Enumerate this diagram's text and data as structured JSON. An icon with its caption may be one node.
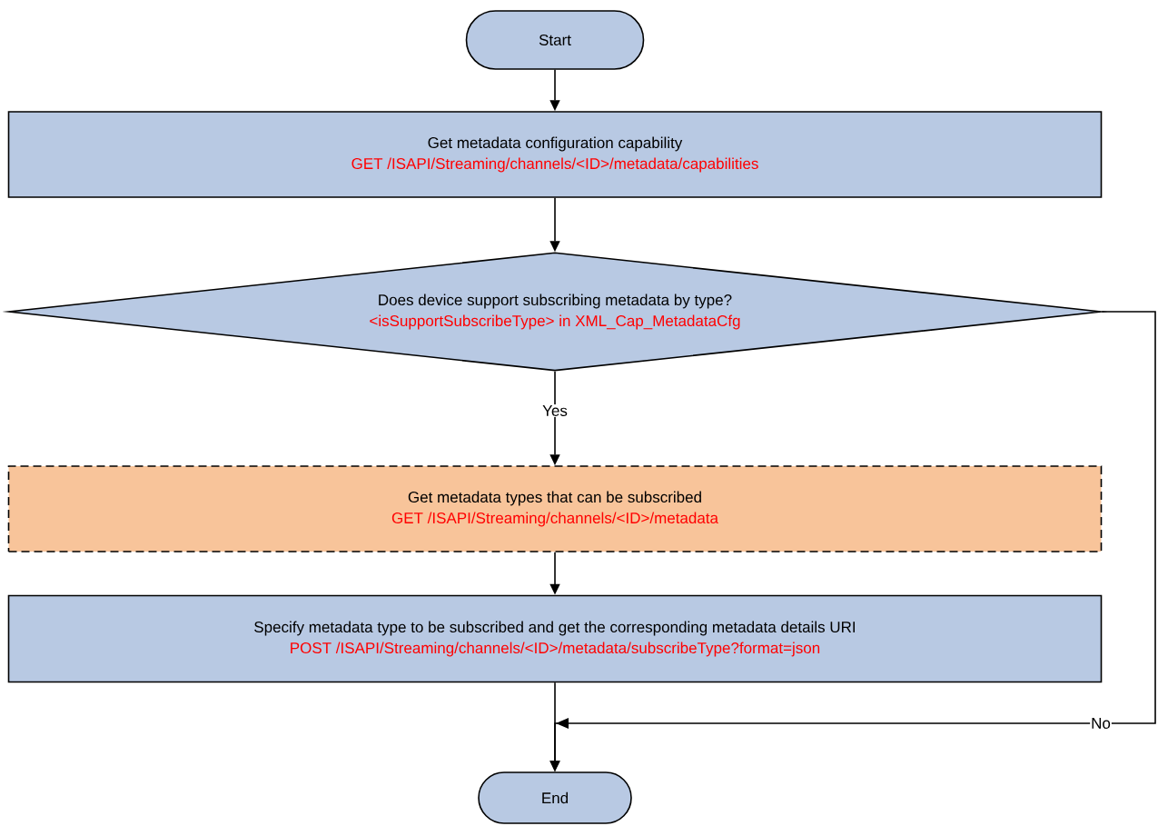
{
  "diagram": {
    "nodes": [
      {
        "text": [
          "Start"
        ]
      },
      {
        "text": [
          "Get metadata configuration capability",
          "GET /ISAPI/Streaming/channels/<ID>/metadata/capabilities"
        ]
      },
      {
        "text": [
          "Does device support subscribing metadata by type?",
          "<isSupportSubscribeType> in XML_Cap_MetadataCfg"
        ]
      },
      {
        "text": [
          "Get metadata types that can be subscribed",
          "GET /ISAPI/Streaming/channels/<ID>/metadata"
        ]
      },
      {
        "text": [
          "Specify metadata type to be subscribed and get the corresponding metadata details URI",
          "POST /ISAPI/Streaming/channels/<ID>/metadata/subscribeType?format=json"
        ]
      },
      {
        "text": [
          "End"
        ]
      }
    ],
    "edges": [
      {
        "from": 0,
        "to": 1,
        "arrow": "to"
      },
      {
        "from": 1,
        "to": 2,
        "arrow": "to"
      },
      {
        "from": 2,
        "to": 3,
        "arrow": "to",
        "label": "Yes"
      },
      {
        "from": 3,
        "to": 4,
        "arrow": "to"
      },
      {
        "from": 4,
        "to": 5,
        "arrow": "to"
      },
      {
        "from": 2,
        "to": 5,
        "arrow": "to",
        "label": "No"
      }
    ]
  }
}
